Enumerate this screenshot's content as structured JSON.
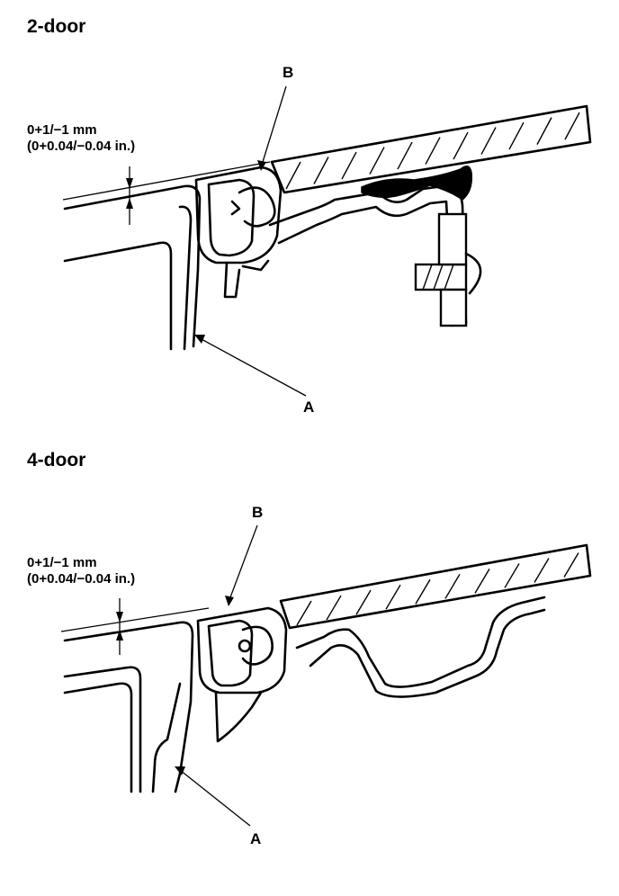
{
  "panels": [
    {
      "title": "2-door",
      "dimension_line1": "0+1/−1 mm",
      "dimension_line2": "(0+0.04/−0.04 in.)",
      "label_a": "A",
      "label_b": "B"
    },
    {
      "title": "4-door",
      "dimension_line1": "0+1/−1 mm",
      "dimension_line2": "(0+0.04/−0.04 in.)",
      "label_a": "A",
      "label_b": "B"
    }
  ],
  "colors": {
    "ink": "#000000",
    "paper": "#ffffff"
  }
}
